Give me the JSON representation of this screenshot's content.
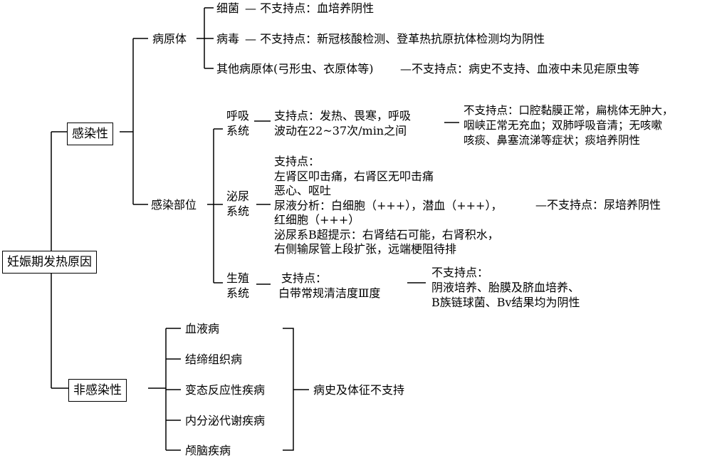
{
  "root": "妊娠期发热原因",
  "infectious": {
    "label": "感染性",
    "pathogen": {
      "label": "病原体",
      "bacteria": {
        "name": "细菌",
        "note": "— 不支持点：血培养阴性"
      },
      "virus": {
        "name": "病毒",
        "note": "— 不支持点：新冠核酸检测、登革热抗原抗体检测均为阴性"
      },
      "other": {
        "name": "其他病原体(弓形虫、衣原体等)",
        "note": "—不支持点：病史不支持、血液中未见疟原虫等"
      }
    },
    "site": {
      "label": "感染部位",
      "respiratory": {
        "name_lines": [
          "呼吸",
          "系统"
        ],
        "support_lines": [
          "支持点：发热、畏寒，呼吸",
          "波动在22~37次/min之间"
        ],
        "against_lines": [
          "不支持点：口腔黏膜正常，扁桃体无肿大，",
          "咽峡正常无充血；双肺呼吸音清；无咳嗽",
          "咳痰、鼻塞流涕等症状；痰培养阴性"
        ]
      },
      "urinary": {
        "name_lines": [
          "泌尿",
          "系统"
        ],
        "support_lines": [
          "支持点：",
          "左肾区叩击痛，右肾区无叩击痛",
          "恶心、呕吐",
          "尿液分析：白细胞（+++），潜血（+++），",
          "红细胞（+++）",
          "泌尿系B超提示：右肾结石可能，右肾积水，",
          "右侧输尿管上段扩张，远端梗阻待排"
        ],
        "against": "—不支持点：尿培养阴性"
      },
      "reproductive": {
        "name_lines": [
          "生殖",
          "系统"
        ],
        "support_lines": [
          "支持点：",
          "白带常规清洁度Ⅲ度"
        ],
        "against_lines": [
          "不支持点：",
          "阴液培养、胎膜及脐血培养、",
          "B族链球菌、Bv结果均为阴性"
        ]
      }
    }
  },
  "noninfectious": {
    "label": "非感染性",
    "items": [
      "血液病",
      "结缔组织病",
      "变态反应性疾病",
      "内分泌代谢疾病",
      "颅脑疾病"
    ],
    "conclusion": "病史及体征不支持"
  }
}
